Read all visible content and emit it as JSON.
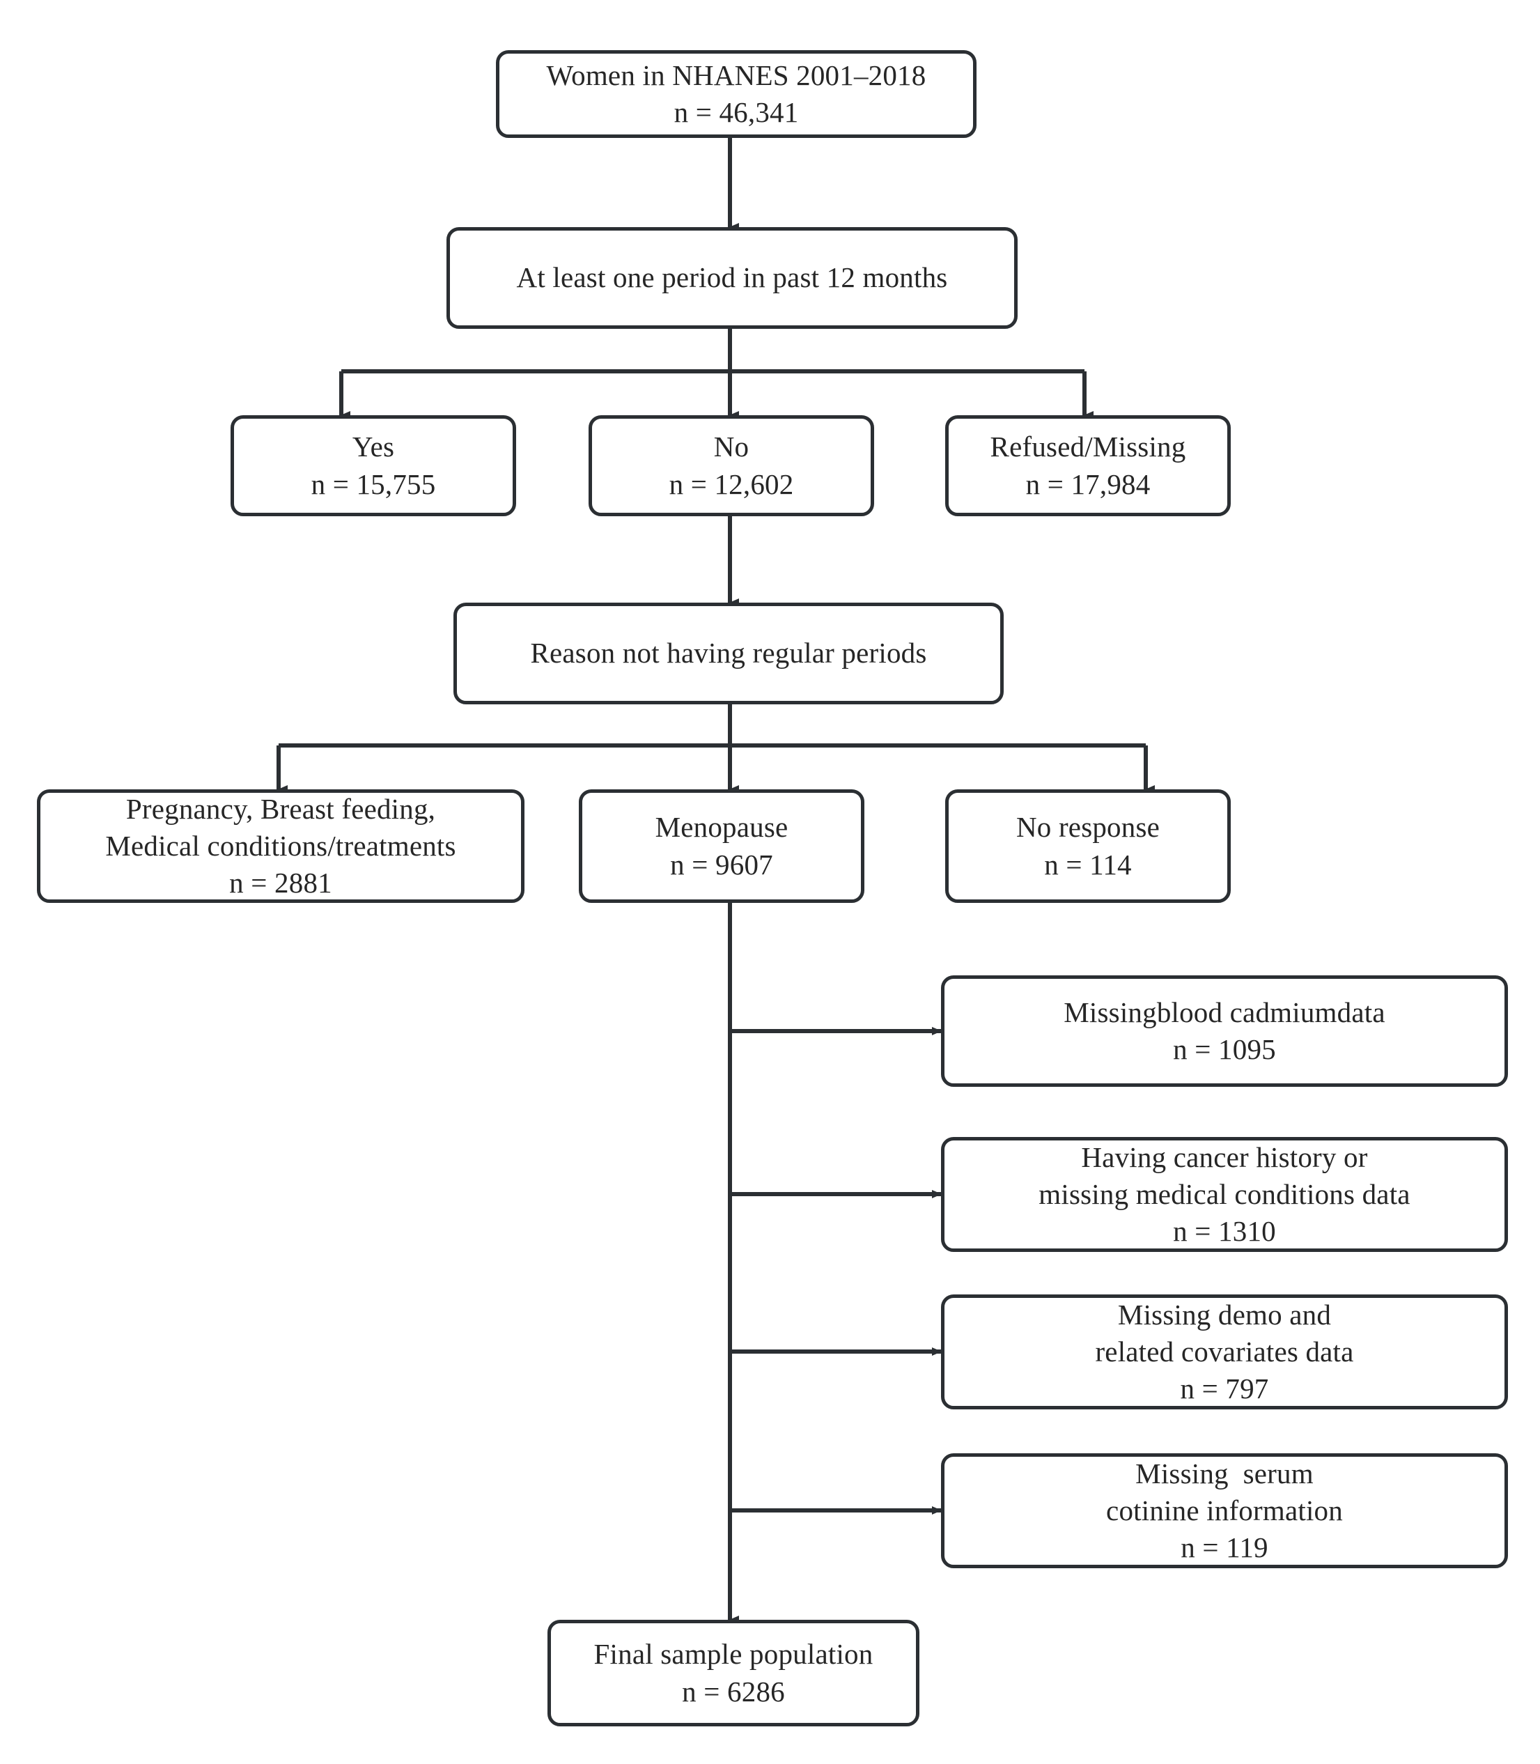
{
  "diagram": {
    "title": "NHANES study population selection flowchart",
    "line_color": "#2b2f33",
    "box_fill": "#ffffff",
    "text_color": "#262626"
  },
  "nodes": {
    "root": {
      "lines": [
        "Women in NHANES 2001–2018",
        "n = 46,341"
      ]
    },
    "period": {
      "lines": [
        "At least one period in past 12 months"
      ]
    },
    "yes": {
      "lines": [
        "Yes",
        "n = 15,755"
      ]
    },
    "no": {
      "lines": [
        "No",
        "n = 12,602"
      ]
    },
    "refused": {
      "lines": [
        "Refused/Missing",
        "n = 17,984"
      ]
    },
    "reason": {
      "lines": [
        "Reason not having regular periods"
      ]
    },
    "pregnancy": {
      "lines": [
        "Pregnancy, Breast feeding,",
        "Medical conditions/treatments",
        "n = 2881"
      ]
    },
    "menopause": {
      "lines": [
        "Menopause",
        "n = 9607"
      ]
    },
    "noresponse": {
      "lines": [
        "No response",
        "n = 114"
      ]
    },
    "final": {
      "lines": [
        "Final sample population",
        "n = 6286"
      ]
    }
  },
  "exclusions": [
    {
      "lines": [
        "Missingblood cadmiumdata",
        "n = 1095"
      ]
    },
    {
      "lines": [
        "Having cancer history or",
        "missing medical conditions data",
        "n = 1310"
      ]
    },
    {
      "lines": [
        "Missing demo and",
        "related covariates data",
        "n = 797"
      ]
    },
    {
      "lines": [
        "Missing  serum",
        "cotinine information",
        "n = 119"
      ]
    }
  ]
}
